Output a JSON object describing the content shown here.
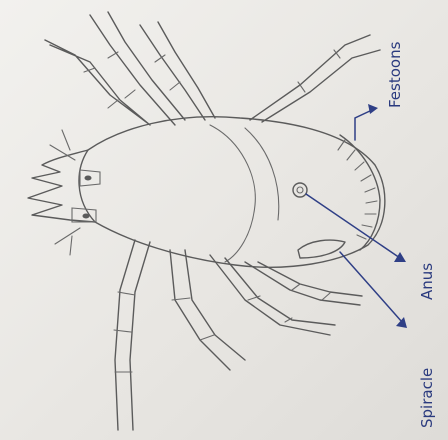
{
  "labels": {
    "festoons": "Festoons",
    "anus": "Anus",
    "spiracle": "Spiracle"
  },
  "colors": {
    "paper": "#ebe9e6",
    "pencil": "#5b5b5b",
    "pen": "#2f3f86"
  }
}
